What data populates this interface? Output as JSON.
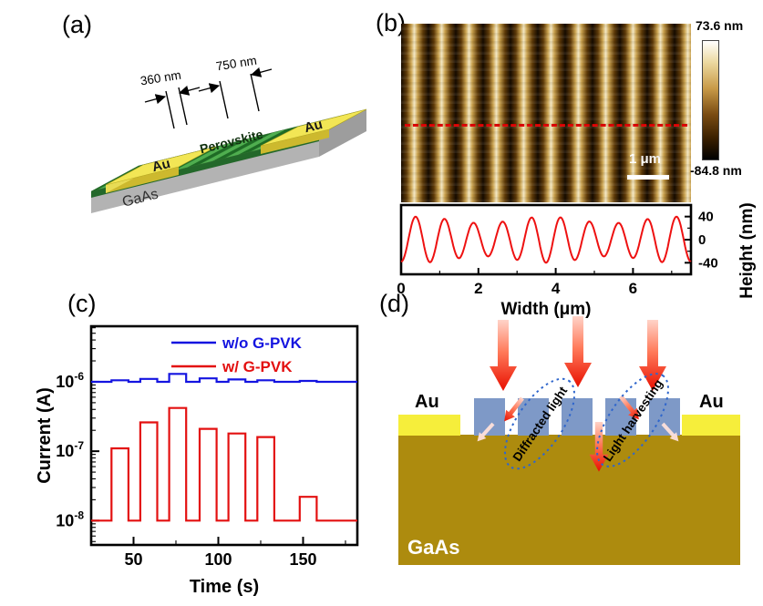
{
  "figure": {
    "panel_labels": {
      "a": "(a)",
      "b": "(b)",
      "c": "(c)",
      "d": "(d)"
    }
  },
  "panels": {
    "a": {
      "dim_small": "360 nm",
      "dim_large": "750 nm",
      "au_left": "Au",
      "au_right": "Au",
      "perovskite_label": "Perovskite",
      "substrate_label": "GaAs",
      "colors": {
        "perovskite_green": "#4fae4f",
        "gold": "#f2e655",
        "substrate_gray": "#b3b3b3"
      }
    },
    "b": {
      "colorbar_max": "73.6 nm",
      "colorbar_min": "-84.8 nm",
      "scalebar_label": "1 μm"
    },
    "d": {
      "au_left": "Au",
      "au_right": "Au",
      "gaas_label": "GaAs",
      "diffracted_label": "Diffracted light",
      "harvesting_label": "Light harvesting",
      "colors": {
        "gaas_gold": "#ad8b0e",
        "au_yellow": "#f6ee3b",
        "grating_blue": "#7e99c7",
        "ellipse_blue": "#2f66cc",
        "arrow_red": "#e80f00"
      }
    }
  },
  "chart_data": [
    {
      "id": "afm-line-profile",
      "type": "line",
      "title": "",
      "xlabel": "Width (μm)",
      "ylabel": "Height (nm)",
      "xlim": [
        0,
        7.5
      ],
      "ylim": [
        -60,
        60
      ],
      "x_ticks": [
        0,
        2,
        4,
        6
      ],
      "x_minor_ticks": [
        1,
        3,
        5,
        7
      ],
      "y_ticks": [
        40,
        0,
        -40
      ],
      "y_minor_ticks": [
        20,
        -20
      ],
      "grid": false,
      "series": [
        {
          "name": "height profile",
          "key": "height-profile",
          "color": "#ee1111",
          "waveform": "sine",
          "period": 0.75,
          "amplitude": 40,
          "mean": 0,
          "phase_deg": -90
        }
      ]
    },
    {
      "id": "photoresponse",
      "type": "line",
      "title": "",
      "xlabel": "Time (s)",
      "ylabel": "Current (A)",
      "xlim": [
        25,
        182
      ],
      "x_ticks": [
        50,
        100,
        150
      ],
      "x_minor_ticks": [
        75,
        125,
        175
      ],
      "ylog_top": -5.2,
      "ylog_bottom": -8.35,
      "y_tick_exponents": [
        -6,
        -7,
        -8
      ],
      "grid": false,
      "legend_position": "top-right-inside",
      "legend": [
        {
          "label": "w/o G-PVK",
          "color": "#1414e0"
        },
        {
          "label": "w/  G-PVK",
          "color": "#e31010"
        }
      ],
      "series": [
        {
          "name": "w/o G-PVK",
          "key": "wo-gpvk",
          "color": "#1414e0",
          "baseline": 1e-06,
          "pulses": [
            {
              "on": 37,
              "off": 47,
              "level": 1.05e-06
            },
            {
              "on": 54,
              "off": 64,
              "level": 1.1e-06
            },
            {
              "on": 71,
              "off": 81,
              "level": 1.3e-06
            },
            {
              "on": 89,
              "off": 99,
              "level": 1.12e-06
            },
            {
              "on": 106,
              "off": 116,
              "level": 1.08e-06
            },
            {
              "on": 123,
              "off": 133,
              "level": 1.05e-06
            },
            {
              "on": 148,
              "off": 158,
              "level": 1.03e-06
            }
          ]
        },
        {
          "name": "w/ G-PVK",
          "key": "w-gpvk",
          "color": "#e31010",
          "baseline": 1e-08,
          "pulses": [
            {
              "on": 37,
              "off": 47,
              "level": 1.1e-07
            },
            {
              "on": 54,
              "off": 64,
              "level": 2.6e-07
            },
            {
              "on": 71,
              "off": 81,
              "level": 4.2e-07
            },
            {
              "on": 89,
              "off": 99,
              "level": 2.1e-07
            },
            {
              "on": 106,
              "off": 116,
              "level": 1.8e-07
            },
            {
              "on": 123,
              "off": 133,
              "level": 1.6e-07
            },
            {
              "on": 148,
              "off": 158,
              "level": 2.2e-08
            }
          ]
        }
      ]
    }
  ]
}
